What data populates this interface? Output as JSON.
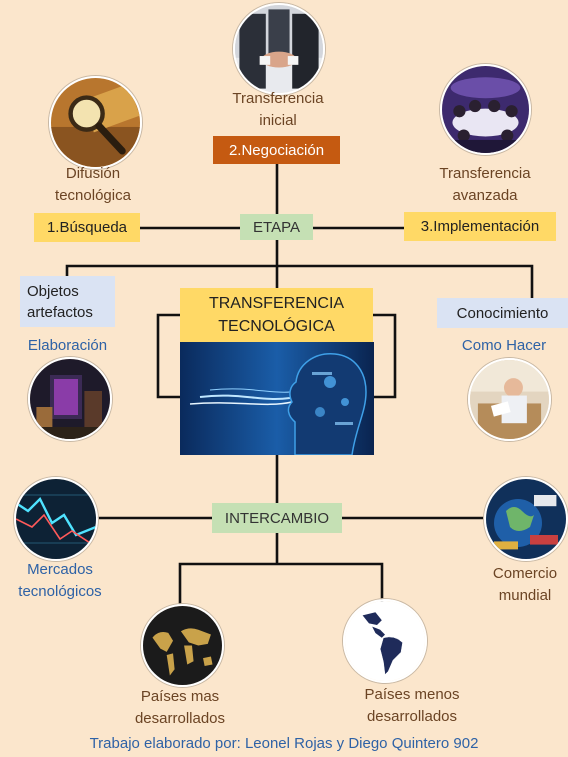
{
  "colors": {
    "background": "#fbe6cc",
    "line": "#111111",
    "yellow_box": "#ffd966",
    "orange_box": "#c55a11",
    "green_box": "#c5e0b4",
    "blue_box": "#dae3f3",
    "text_brown": "#6b4424",
    "text_blue": "#2e62a6"
  },
  "top": {
    "transferencia_inicial": "Transferencia inicial",
    "negociacion": "2.Negociación",
    "difusion": "Difusión tecnológica",
    "busqueda": "1.Búsqueda",
    "etapa": "ETAPA",
    "transferencia_avanzada": "Transferencia avanzada",
    "implementacion": "3.Implementación"
  },
  "middle": {
    "objetos": "Objetos artefactos",
    "elaboracion": "Elaboración",
    "center_title": "TRANSFERENCIA TECNOLÓGICA",
    "conocimiento": "Conocimiento",
    "como_hacer": "Como Hacer"
  },
  "bottom": {
    "intercambio": "INTERCAMBIO",
    "mercados": "Mercados tecnológicos",
    "comercio": "Comercio mundial",
    "paises_mas": "Países mas desarrollados",
    "paises_menos": "Países menos desarrollados"
  },
  "credit": "Trabajo elaborado por: Leonel Rojas y Diego Quintero 902"
}
